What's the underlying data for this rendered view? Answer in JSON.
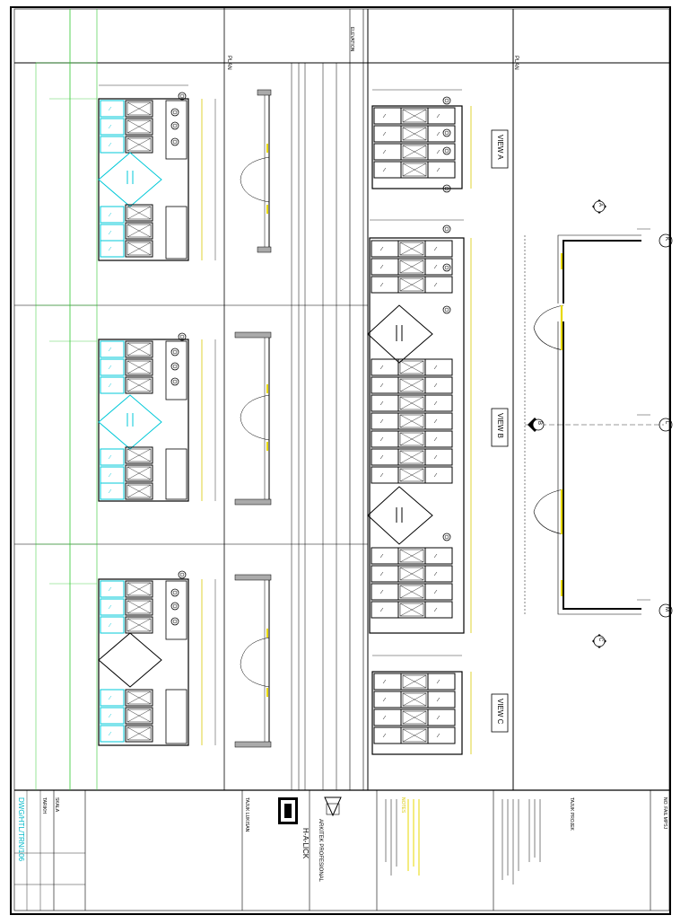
{
  "sheet": {
    "plan_label": "PLAN",
    "plan_label_right": "PLAN",
    "elevation_label": "ELEVATION",
    "views": [
      "VIEW A",
      "VIEW B",
      "VIEW C"
    ],
    "grid_marks": [
      "K",
      "L",
      "M"
    ],
    "section_marks": [
      "A",
      "B",
      "C"
    ]
  },
  "title_block": {
    "firm_title": "ARKITEK PROFESIONAL",
    "firm_logo": "H-A-LICK",
    "drawing_number": "DWG/HTL/TRN/106",
    "notes_heading": "NOTES",
    "project_label": "TAJUK PROJEK",
    "drawing_label": "TAJUK LUKISAN",
    "scale_label": "SKALA",
    "date_label": "TARIKH",
    "no_label": "NO. FAIL MPSJ"
  },
  "colors": {
    "line": "#000000",
    "cyan": "#00c8d8",
    "yellow": "#e8d800",
    "green": "#30c830"
  }
}
